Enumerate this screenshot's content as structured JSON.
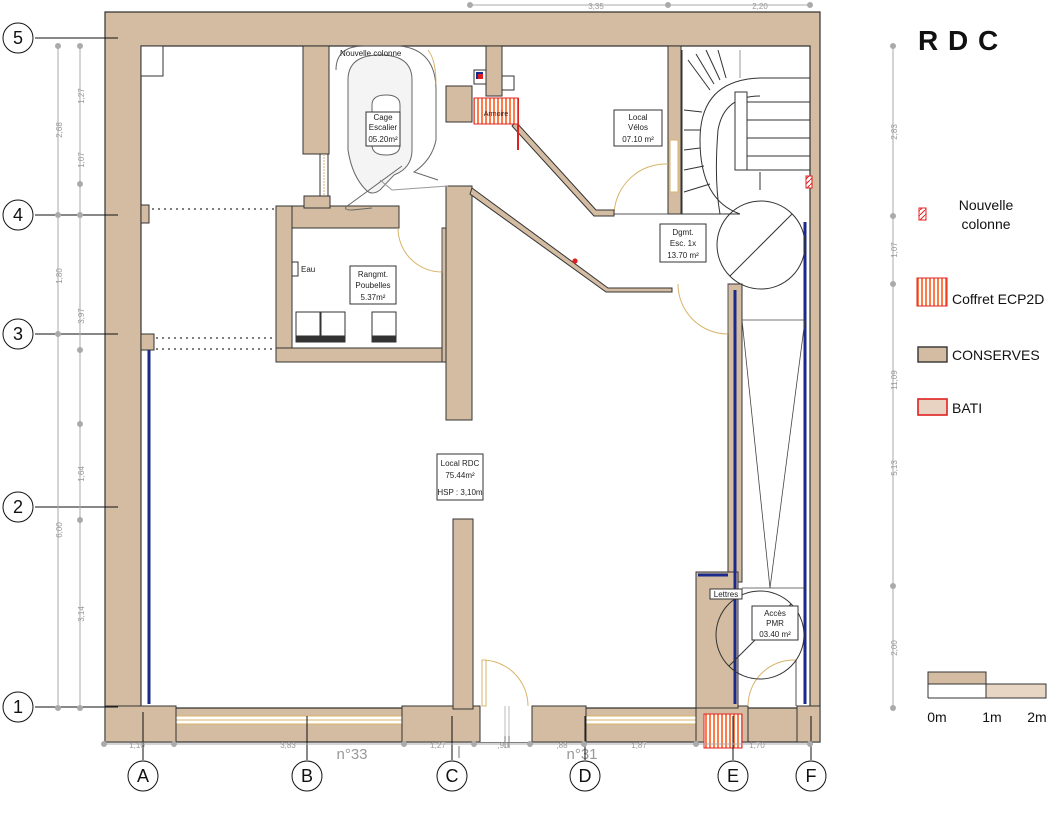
{
  "title": "R D C",
  "legend": {
    "items": [
      {
        "label": "Nouvelle colonne",
        "line1": "Nouvelle",
        "line2": "colonne"
      },
      {
        "label": "Coffret ECP2D"
      },
      {
        "label": "CONSERVES"
      },
      {
        "label": "BATI"
      }
    ],
    "scale": {
      "l0": "0m",
      "l1": "1m",
      "l2": "2m"
    }
  },
  "rooms": {
    "nouvelle_colonne": "Nouvelle colonne",
    "cage_escalier": {
      "l1": "Cage",
      "l2": "Escalier",
      "l3": "05.20m²"
    },
    "local_velos": {
      "l1": "Local",
      "l2": "Vélos",
      "l3": "07.10 m²"
    },
    "dgmt": {
      "l1": "Dgmt.",
      "l2": "Esc. 1x",
      "l3": "13.70 m²"
    },
    "rangmt": {
      "l1": "Rangmt.",
      "l2": "Poubelles",
      "l3": "5.37m²"
    },
    "eau": "Eau",
    "local_rdc": {
      "l1": "Local RDC",
      "l2": "75.44m²",
      "l3": "HSP : 3,10m"
    },
    "acces_pmr": {
      "l1": "Accès",
      "l2": "PMR",
      "l3": "03.40 m²"
    },
    "lettres": "Lettres",
    "armoire": "Armoire",
    "n33": "n°33",
    "n31": "n°31"
  },
  "grid": {
    "rows": [
      "5",
      "4",
      "3",
      "2",
      "1"
    ],
    "cols": [
      "A",
      "B",
      "C",
      "D",
      "E",
      "F"
    ]
  },
  "dims": {
    "top": [
      "3,35",
      "2,20"
    ],
    "bottom": [
      "1,10",
      "3,83",
      "1,27",
      ",90",
      ",88",
      "1,87",
      "1,70"
    ],
    "left_outer": [
      "2,68",
      "1,80",
      "6,00"
    ],
    "left_inner": [
      "1,27",
      "1,07",
      "3,97",
      "1,64",
      "3,14"
    ],
    "right": [
      "2,83",
      "1,07",
      "11,09",
      "5,13",
      "2,00"
    ]
  },
  "colors": {
    "wall": "#d4bca2",
    "wall_stroke": "#333333",
    "bati": "#e05a3a",
    "coffret": "#ff6a2a"
  }
}
